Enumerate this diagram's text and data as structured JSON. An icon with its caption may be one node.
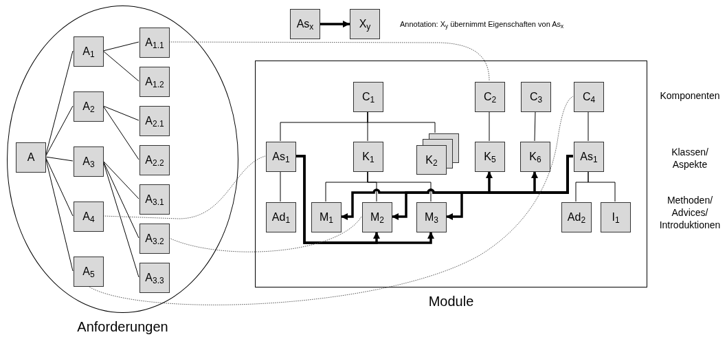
{
  "diagram": {
    "nodes": [
      {
        "text": [
          "Anforderungen"
        ]
      },
      {
        "text": [
          "A"
        ],
        "in": 0
      },
      {
        "text": [
          "A$_{1}$"
        ],
        "in": 0
      },
      {
        "text": [
          "A$_{2}$"
        ],
        "in": 0
      },
      {
        "text": [
          "A$_{3}$"
        ],
        "in": 0
      },
      {
        "text": [
          "A$_{4}$"
        ],
        "in": 0
      },
      {
        "text": [
          "A$_{5}$"
        ],
        "in": 0
      },
      {
        "text": [
          "A$_{1.1}$"
        ],
        "in": 0
      },
      {
        "text": [
          "A$_{1.2}$"
        ],
        "in": 0
      },
      {
        "text": [
          "A$_{2.1}$"
        ],
        "in": 0
      },
      {
        "text": [
          "A$_{2.2}$"
        ],
        "in": 0
      },
      {
        "text": [
          "A$_{3.1}$"
        ],
        "in": 0
      },
      {
        "text": [
          "A$_{3.2}$"
        ],
        "in": 0
      },
      {
        "text": [
          "A$_{3.3}$"
        ],
        "in": 0
      },
      {
        "text": [
          "As$_{x}$"
        ]
      },
      {
        "text": [
          "X$_{y}$"
        ]
      },
      {
        "text": [
          "Module"
        ]
      },
      {
        "text": [
          "C$_{1}$"
        ],
        "in": 16
      },
      {
        "text": [
          "C$_{2}$"
        ],
        "in": 16
      },
      {
        "text": [
          "C$_{3}$"
        ],
        "in": 16
      },
      {
        "text": [
          "C$_{4}$"
        ],
        "in": 16
      },
      {
        "text": [
          "As$_{1}$"
        ],
        "in": 16
      },
      {
        "text": [
          "K$_{1}$"
        ],
        "in": 16
      },
      {
        "text": [
          "K$_{2}$"
        ],
        "in": 16
      },
      {
        "text": [
          "K$_{5}$"
        ],
        "in": 16
      },
      {
        "text": [
          "K$_{6}$"
        ],
        "in": 16
      },
      {
        "text": [
          "As$_{1}$"
        ],
        "in": 16
      },
      {
        "text": [
          "Ad$_{1}$"
        ],
        "in": 16
      },
      {
        "text": [
          "M$_{1}$"
        ],
        "in": 16
      },
      {
        "text": [
          "M$_{2}$"
        ],
        "in": 16
      },
      {
        "text": [
          "M$_{3}$"
        ],
        "in": 16
      },
      {
        "text": [
          "Ad$_{2}$"
        ],
        "in": 16
      },
      {
        "text": [
          "I$_{1}$"
        ],
        "in": 16
      }
    ],
    "edges": [
      {
        "from": 1,
        "to": 2,
        "arrow": "none"
      },
      {
        "from": 1,
        "to": 3,
        "arrow": "none"
      },
      {
        "from": 1,
        "to": 4,
        "arrow": "none"
      },
      {
        "from": 1,
        "to": 5,
        "arrow": "none"
      },
      {
        "from": 1,
        "to": 6,
        "arrow": "none"
      },
      {
        "from": 2,
        "to": 7,
        "arrow": "none"
      },
      {
        "from": 2,
        "to": 8,
        "arrow": "none"
      },
      {
        "from": 3,
        "to": 9,
        "arrow": "none"
      },
      {
        "from": 3,
        "to": 10,
        "arrow": "none"
      },
      {
        "from": 4,
        "to": 11,
        "arrow": "none"
      },
      {
        "from": 4,
        "to": 12,
        "arrow": "none"
      },
      {
        "from": 4,
        "to": 13,
        "arrow": "none"
      },
      {
        "from": 14,
        "to": 15,
        "arrow": "to",
        "style": "thick"
      },
      {
        "from": 17,
        "to": 21,
        "arrow": "none"
      },
      {
        "from": 17,
        "to": 22,
        "arrow": "none"
      },
      {
        "from": 17,
        "to": 23,
        "arrow": "none"
      },
      {
        "from": 18,
        "to": 24,
        "arrow": "none"
      },
      {
        "from": 19,
        "to": 25,
        "arrow": "none"
      },
      {
        "from": 20,
        "to": 26,
        "arrow": "none"
      },
      {
        "from": 21,
        "to": 27,
        "arrow": "none"
      },
      {
        "from": 22,
        "to": 28,
        "arrow": "none"
      },
      {
        "from": 22,
        "to": 29,
        "arrow": "none"
      },
      {
        "from": 22,
        "to": 30,
        "arrow": "none"
      },
      {
        "from": 26,
        "to": 31,
        "arrow": "none"
      },
      {
        "from": 26,
        "to": 32,
        "arrow": "none"
      },
      {
        "from": 21,
        "to": 29,
        "arrow": "to",
        "style": "thick"
      },
      {
        "from": 21,
        "to": 30,
        "arrow": "to",
        "style": "thick"
      },
      {
        "from": 26,
        "to": 28,
        "arrow": "to",
        "style": "thick"
      },
      {
        "from": 26,
        "to": 29,
        "arrow": "to",
        "style": "thick"
      },
      {
        "from": 26,
        "to": 30,
        "arrow": "to",
        "style": "thick"
      },
      {
        "from": 26,
        "to": 24,
        "arrow": "to",
        "style": "thick"
      },
      {
        "from": 26,
        "to": 25,
        "arrow": "to",
        "style": "thick"
      },
      {
        "from": 7,
        "to": 18,
        "arrow": "none",
        "style": "dashed"
      },
      {
        "from": 5,
        "to": 21,
        "arrow": "none",
        "style": "dashed"
      },
      {
        "from": 12,
        "to": 29,
        "arrow": "none",
        "style": "dashed"
      },
      {
        "from": 6,
        "to": 20,
        "arrow": "none",
        "style": "dashed"
      }
    ],
    "labels": [
      "Annotation: X$_{y}$ übernimmt Eigenschaften von As$_{x}$",
      "Komponenten",
      "Klassen/ Aspekte",
      "Methoden/ Advices/ Introduktionen"
    ]
  }
}
